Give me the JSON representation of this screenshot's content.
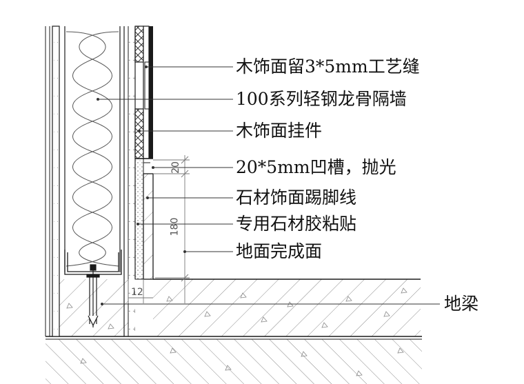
{
  "labels": {
    "joint": "木饰面留3*5mm工艺缝",
    "partition": "100系列轻钢龙骨隔墙",
    "hanger": "木饰面挂件",
    "groove": "20*5mm凹槽，抛光",
    "skirting": "石材饰面踢脚线",
    "adhesive": "专用石材胶粘贴",
    "floor_finish": "地面完成面",
    "ground_beam": "地梁"
  },
  "dimensions": {
    "groove_height": "20",
    "skirting_height": "180",
    "thickness": "12"
  },
  "colors": {
    "line": "#1a1a1a",
    "leader": "#333333",
    "dim": "#777777",
    "hatch": "#888888"
  }
}
